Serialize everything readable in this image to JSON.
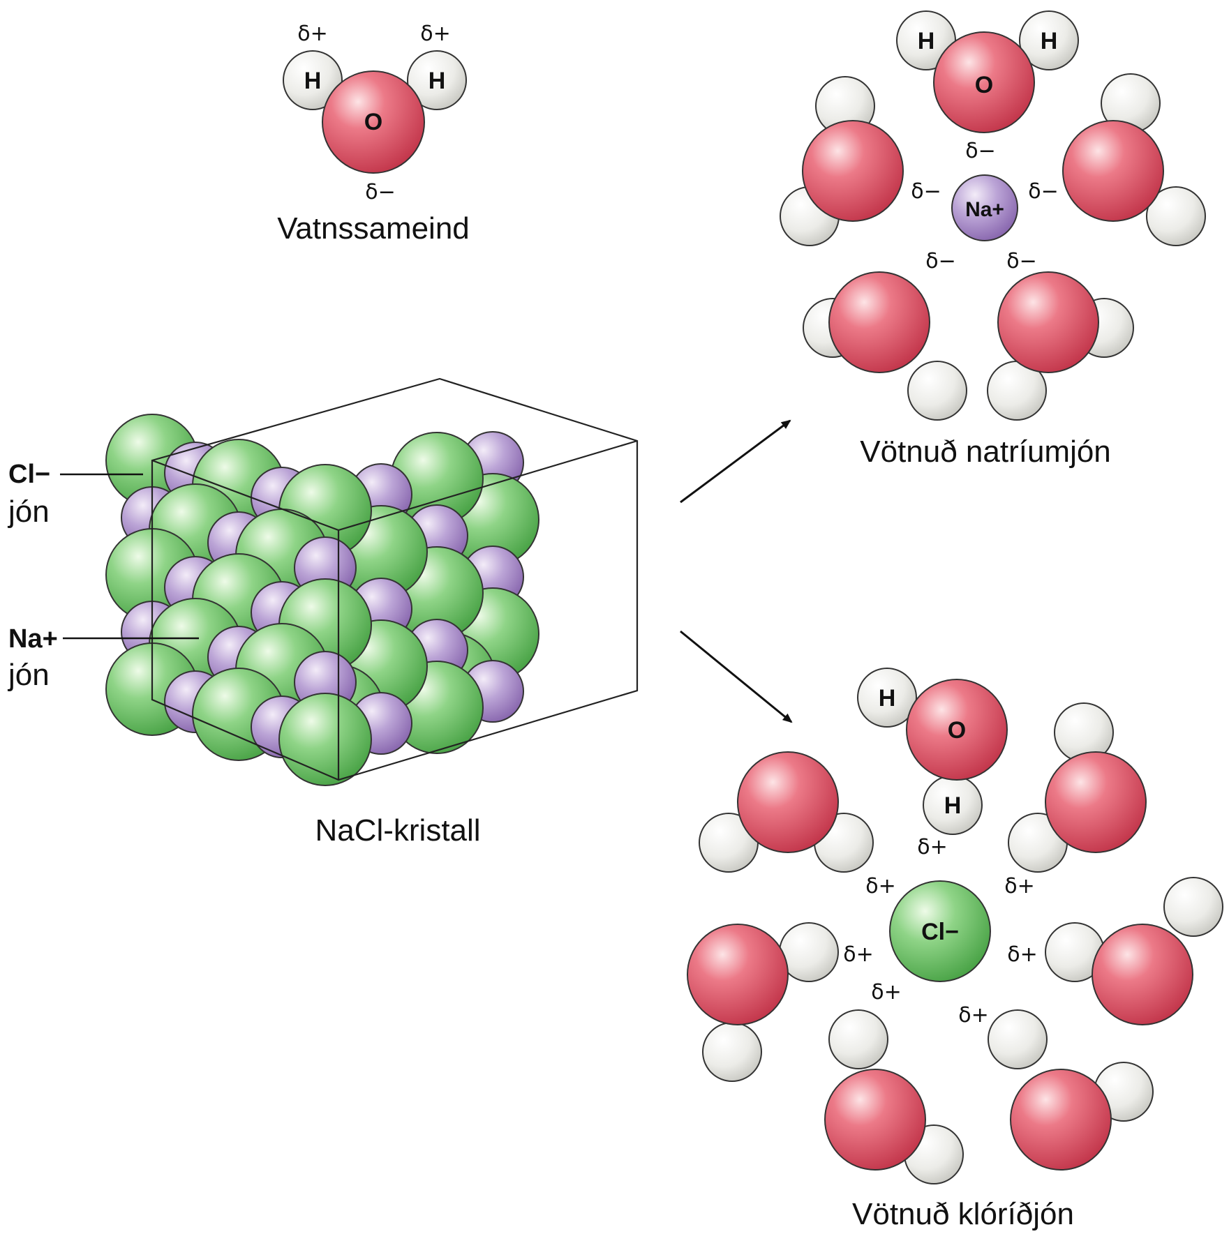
{
  "water": {
    "caption": "Vatnssameind",
    "h": "H",
    "o": "O",
    "delta_plus": "δ+",
    "delta_minus": "δ−"
  },
  "crystal": {
    "caption": "NaCl-kristall",
    "cl_label": "Cl−",
    "na_label": "Na+",
    "ion_word": "jón"
  },
  "hydrated_na": {
    "caption": "Vötnuð natríumjón",
    "ion": "Na+",
    "h": "H",
    "o": "O",
    "delta_minus": "δ−"
  },
  "hydrated_cl": {
    "caption": "Vötnuð klóríðjón",
    "ion": "Cl−",
    "h": "H",
    "o": "O",
    "delta_plus": "δ+"
  },
  "colors": {
    "oxygen": "#e2576a",
    "hydrogen": "#ededea",
    "chloride": "#6fc469",
    "sodium": "#a48bc4"
  }
}
